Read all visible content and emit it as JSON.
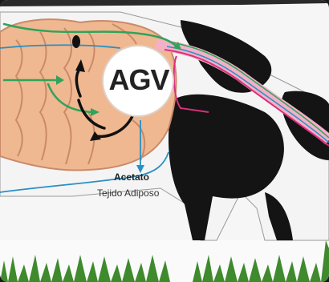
{
  "diagram": {
    "center_label": "AGV",
    "product_label": "Acetato",
    "destination_label": "Tejido Adiposo"
  },
  "colors": {
    "rumen": "#f0b890",
    "arrow_green": "#2fa35a",
    "arrow_blue": "#2a8fc4",
    "vessel_pink": "#d8307a",
    "cow_black": "#141414",
    "cow_white": "#f4f4f4",
    "grass": "#3e8a2c"
  },
  "icons": [
    "circulation-arrow-icon",
    "grass-icon"
  ]
}
